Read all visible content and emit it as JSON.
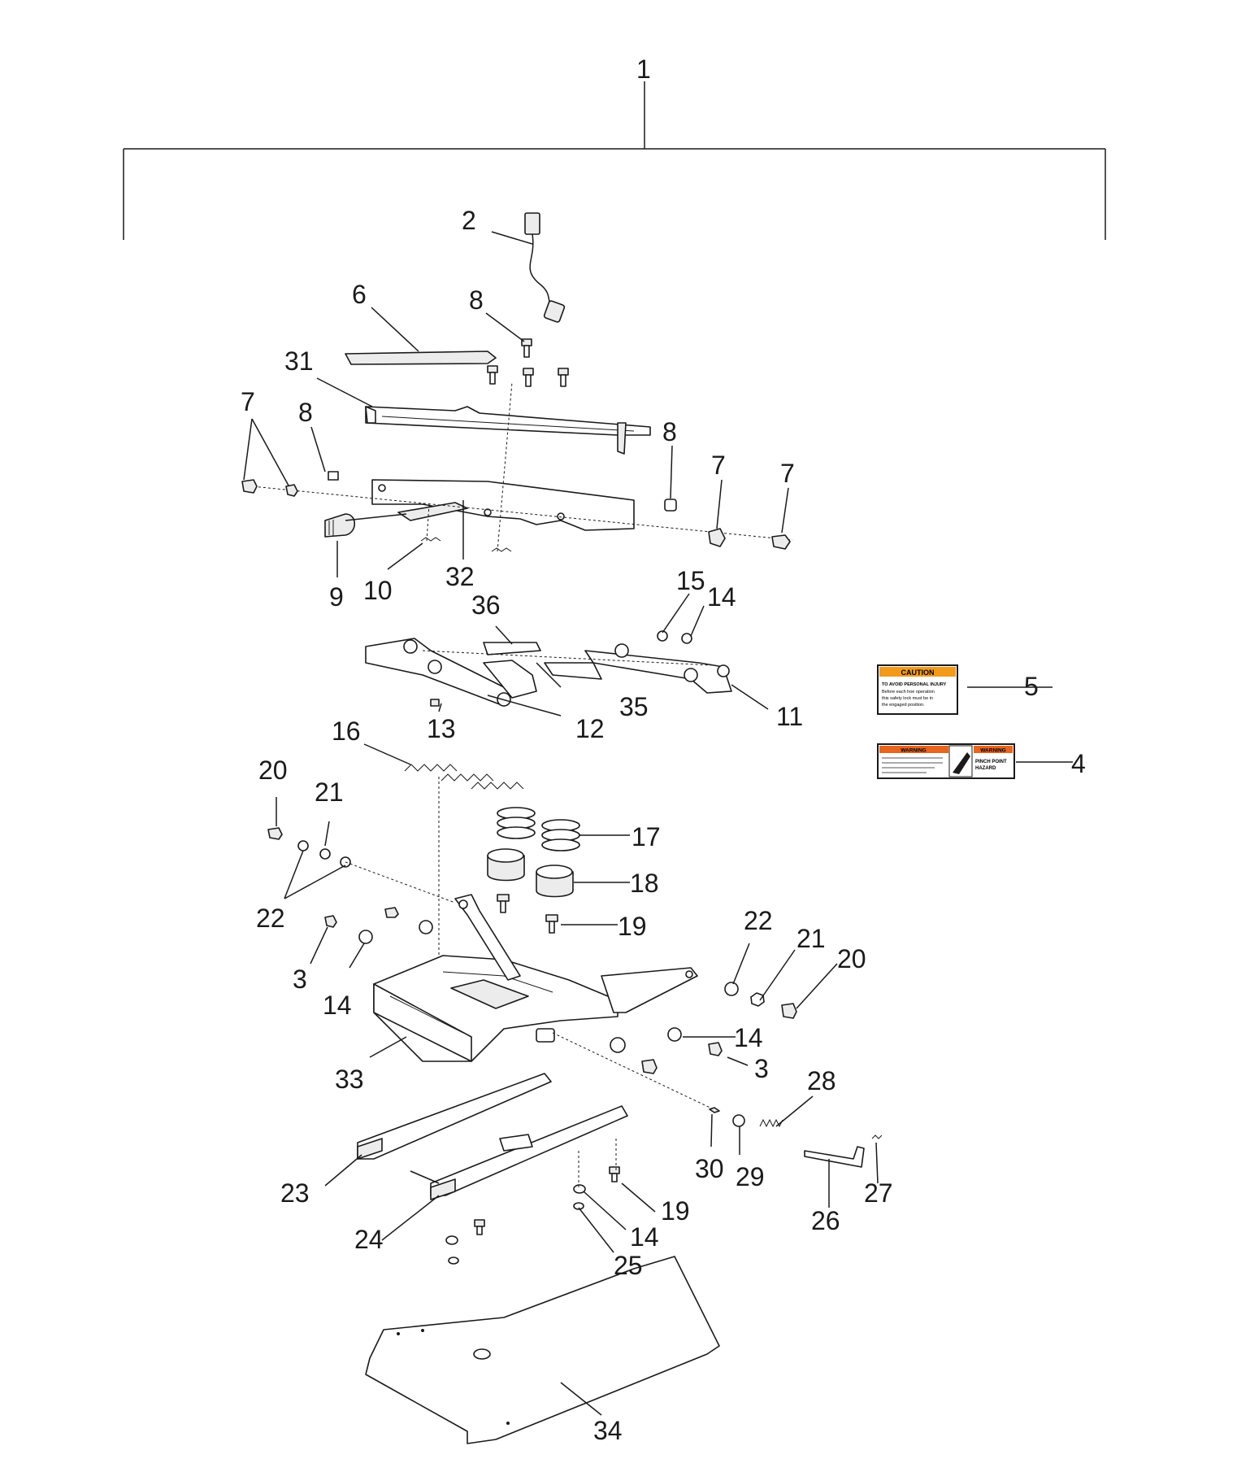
{
  "callouts": [
    {
      "id": "c1",
      "text": "1"
    },
    {
      "id": "c2",
      "text": "2"
    },
    {
      "id": "c6",
      "text": "6"
    },
    {
      "id": "c8a",
      "text": "8"
    },
    {
      "id": "c31",
      "text": "31"
    },
    {
      "id": "c7a",
      "text": "7"
    },
    {
      "id": "c8b",
      "text": "8"
    },
    {
      "id": "c8c",
      "text": "8"
    },
    {
      "id": "c7b",
      "text": "7"
    },
    {
      "id": "c7c",
      "text": "7"
    },
    {
      "id": "c9",
      "text": "9"
    },
    {
      "id": "c10",
      "text": "10"
    },
    {
      "id": "c32",
      "text": "32"
    },
    {
      "id": "c15",
      "text": "15"
    },
    {
      "id": "c14a",
      "text": "14"
    },
    {
      "id": "c36",
      "text": "36"
    },
    {
      "id": "c5",
      "text": "5"
    },
    {
      "id": "c35",
      "text": "35"
    },
    {
      "id": "c11",
      "text": "11"
    },
    {
      "id": "c12",
      "text": "12"
    },
    {
      "id": "c13",
      "text": "13"
    },
    {
      "id": "c16",
      "text": "16"
    },
    {
      "id": "c4",
      "text": "4"
    },
    {
      "id": "c20a",
      "text": "20"
    },
    {
      "id": "c21a",
      "text": "21"
    },
    {
      "id": "c17",
      "text": "17"
    },
    {
      "id": "c18",
      "text": "18"
    },
    {
      "id": "c22a",
      "text": "22"
    },
    {
      "id": "c19a",
      "text": "19"
    },
    {
      "id": "c22b",
      "text": "22"
    },
    {
      "id": "c21b",
      "text": "21"
    },
    {
      "id": "c20b",
      "text": "20"
    },
    {
      "id": "c3a",
      "text": "3"
    },
    {
      "id": "c14b",
      "text": "14"
    },
    {
      "id": "c14c",
      "text": "14"
    },
    {
      "id": "c3b",
      "text": "3"
    },
    {
      "id": "c33",
      "text": "33"
    },
    {
      "id": "c28",
      "text": "28"
    },
    {
      "id": "c30",
      "text": "30"
    },
    {
      "id": "c29",
      "text": "29"
    },
    {
      "id": "c27",
      "text": "27"
    },
    {
      "id": "c23",
      "text": "23"
    },
    {
      "id": "c26",
      "text": "26"
    },
    {
      "id": "c19b",
      "text": "19"
    },
    {
      "id": "c24",
      "text": "24"
    },
    {
      "id": "c14d",
      "text": "14"
    },
    {
      "id": "c25",
      "text": "25"
    },
    {
      "id": "c34",
      "text": "34"
    }
  ],
  "labels": {
    "caution_header": "CAUTION",
    "caution_line1": "TO AVOID PERSONAL INJURY",
    "caution_line2": "Before each hoe operation",
    "caution_line3": "this safety lock must be in",
    "caution_line4": "the engaged position.",
    "warning_header_left": "WARNING",
    "warning_header_right": "WARNING",
    "warning_right_line1": "PINCH POINT",
    "warning_right_line2": "HAZARD"
  },
  "colors": {
    "label_orange": "#f29b1b",
    "label_warning_orange": "#e8651f",
    "ink": "#1a1a1a"
  }
}
